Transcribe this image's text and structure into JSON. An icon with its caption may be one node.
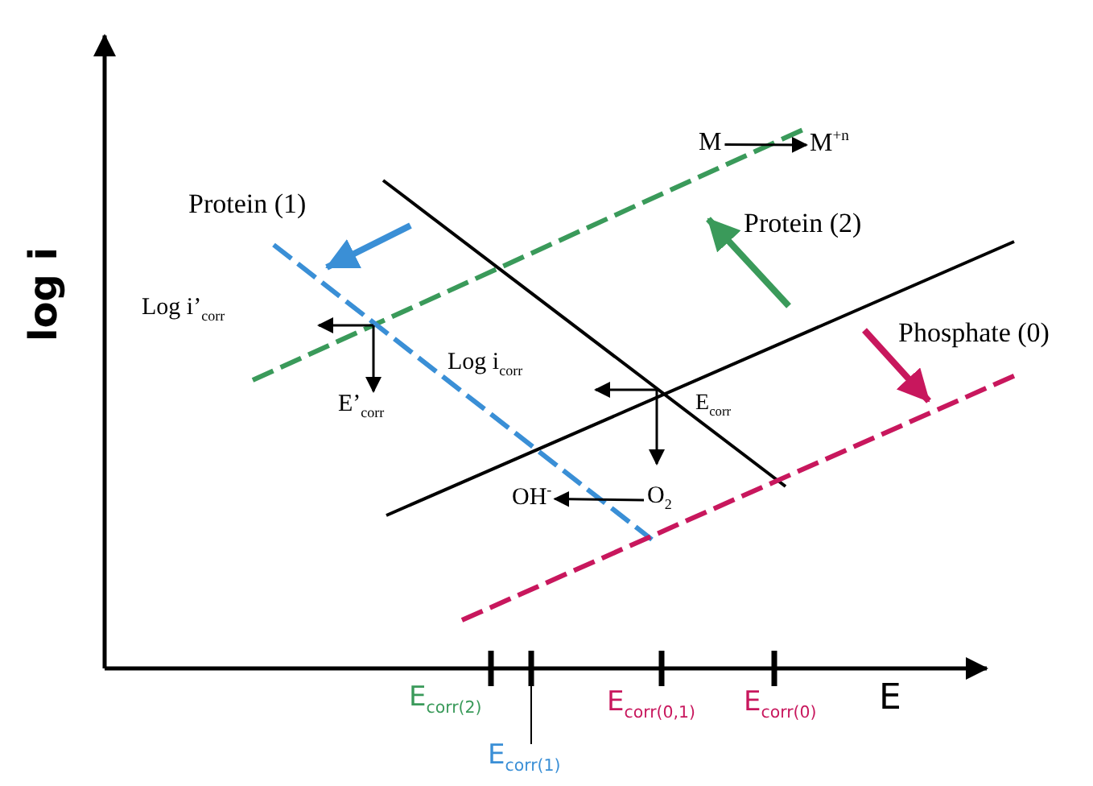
{
  "diagram": {
    "nodes": [
      {
        "text": [
          "M"
        ]
      },
      {
        "text": [
          "M$^{+n}$"
        ]
      },
      {
        "text": [
          "OH$^{-}$"
        ]
      },
      {
        "text": [
          "O$_{2}$"
        ]
      },
      {
        "text": [
          "E$_{corr(1)}$"
        ]
      }
    ],
    "edges": [
      {
        "from": 0,
        "to": 1,
        "arrow": "to"
      },
      {
        "from": 3,
        "to": 2,
        "arrow": "to"
      },
      {
        "from": 4,
        "to": null,
        "arrow": "none"
      }
    ],
    "labels": [
      "log i",
      "Protein (1)",
      "Protein (2)",
      "Phosphate (0)",
      "Log i’$_{corr}$",
      "Log i$_{corr}$",
      "E’$_{corr}$",
      "E$_{corr}$",
      "E$_{corr(2)}$",
      "E$_{corr(0,1)}$",
      "E$_{corr(0)}$",
      "E"
    ]
  }
}
